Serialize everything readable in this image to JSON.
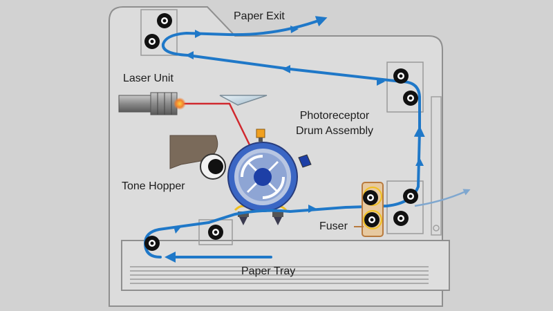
{
  "labels": {
    "paper_exit": "Paper Exit",
    "laser_unit": "Laser Unit",
    "photoreceptor_line1": "Photoreceptor",
    "photoreceptor_line2": "Drum Assembly",
    "tone_hopper": "Tone Hopper",
    "fuser": "Fuser",
    "paper_tray": "Paper Tray"
  },
  "colors": {
    "background": "#d2d2d2",
    "printer_body": "#dcdcdc",
    "outline": "#8f8f8f",
    "paper_path": "#1f78c8",
    "laser_beam": "#d0282e",
    "drum_ring": "#3a66c4",
    "drum_center": "#1d3fa6",
    "hopper": "#7a6a5a",
    "fuser_box": "#b87a3e",
    "corona_glow": "#f0c020"
  },
  "icons": [
    "roller-icon",
    "laser-emitter-icon",
    "mirror-icon",
    "drum-icon",
    "hopper-icon",
    "fuser-icon",
    "corona-icon"
  ]
}
